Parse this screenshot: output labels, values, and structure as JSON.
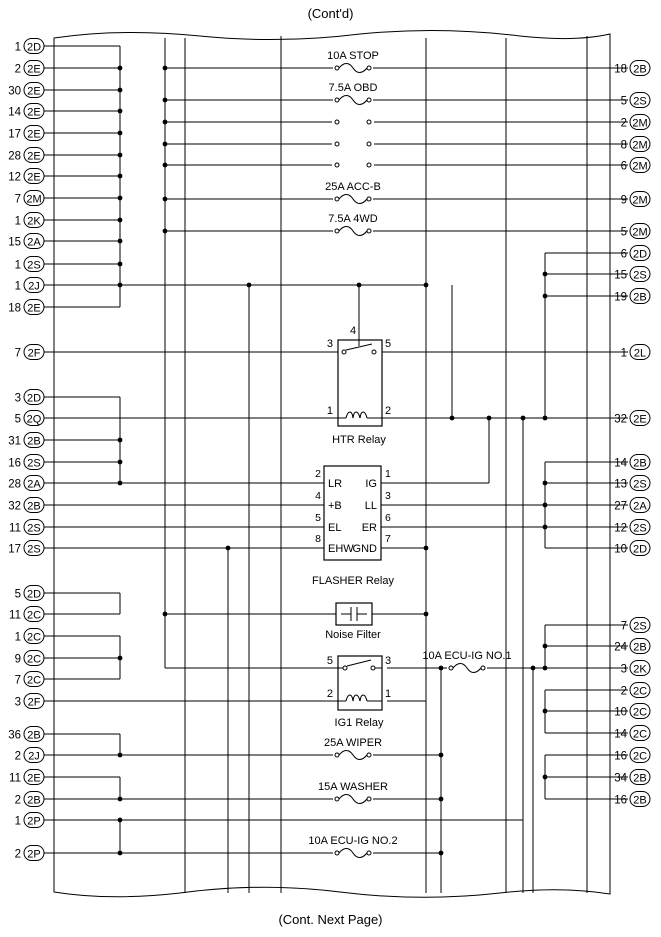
{
  "header": {
    "cont_label": "(Cont'd)"
  },
  "footer": {
    "cont_next_label": "(Cont. Next Page)"
  },
  "left_pins": [
    {
      "pin": "1",
      "conn": "2D"
    },
    {
      "pin": "2",
      "conn": "2E"
    },
    {
      "pin": "30",
      "conn": "2E"
    },
    {
      "pin": "14",
      "conn": "2E"
    },
    {
      "pin": "17",
      "conn": "2E"
    },
    {
      "pin": "28",
      "conn": "2E"
    },
    {
      "pin": "12",
      "conn": "2E"
    },
    {
      "pin": "7",
      "conn": "2M"
    },
    {
      "pin": "1",
      "conn": "2K"
    },
    {
      "pin": "15",
      "conn": "2A"
    },
    {
      "pin": "1",
      "conn": "2S"
    },
    {
      "pin": "1",
      "conn": "2J"
    },
    {
      "pin": "18",
      "conn": "2E"
    },
    {
      "pin": "7",
      "conn": "2F"
    },
    {
      "pin": "3",
      "conn": "2D"
    },
    {
      "pin": "5",
      "conn": "2Q"
    },
    {
      "pin": "31",
      "conn": "2B"
    },
    {
      "pin": "16",
      "conn": "2S"
    },
    {
      "pin": "28",
      "conn": "2A"
    },
    {
      "pin": "32",
      "conn": "2B"
    },
    {
      "pin": "11",
      "conn": "2S"
    },
    {
      "pin": "17",
      "conn": "2S"
    },
    {
      "pin": "5",
      "conn": "2D"
    },
    {
      "pin": "11",
      "conn": "2C"
    },
    {
      "pin": "1",
      "conn": "2C"
    },
    {
      "pin": "9",
      "conn": "2C"
    },
    {
      "pin": "7",
      "conn": "2C"
    },
    {
      "pin": "3",
      "conn": "2F"
    },
    {
      "pin": "36",
      "conn": "2B"
    },
    {
      "pin": "2",
      "conn": "2J"
    },
    {
      "pin": "11",
      "conn": "2E"
    },
    {
      "pin": "2",
      "conn": "2B"
    },
    {
      "pin": "1",
      "conn": "2P"
    },
    {
      "pin": "2",
      "conn": "2P"
    }
  ],
  "right_pins": [
    {
      "pin": "18",
      "conn": "2B"
    },
    {
      "pin": "5",
      "conn": "2S"
    },
    {
      "pin": "2",
      "conn": "2M"
    },
    {
      "pin": "8",
      "conn": "2M"
    },
    {
      "pin": "6",
      "conn": "2M"
    },
    {
      "pin": "9",
      "conn": "2M"
    },
    {
      "pin": "5",
      "conn": "2M"
    },
    {
      "pin": "6",
      "conn": "2D"
    },
    {
      "pin": "15",
      "conn": "2S"
    },
    {
      "pin": "19",
      "conn": "2B"
    },
    {
      "pin": "1",
      "conn": "2L"
    },
    {
      "pin": "32",
      "conn": "2E"
    },
    {
      "pin": "14",
      "conn": "2B"
    },
    {
      "pin": "13",
      "conn": "2S"
    },
    {
      "pin": "27",
      "conn": "2A"
    },
    {
      "pin": "12",
      "conn": "2S"
    },
    {
      "pin": "10",
      "conn": "2D"
    },
    {
      "pin": "7",
      "conn": "2S"
    },
    {
      "pin": "24",
      "conn": "2B"
    },
    {
      "pin": "3",
      "conn": "2K"
    },
    {
      "pin": "2",
      "conn": "2C"
    },
    {
      "pin": "10",
      "conn": "2C"
    },
    {
      "pin": "14",
      "conn": "2C"
    },
    {
      "pin": "16",
      "conn": "2C"
    },
    {
      "pin": "34",
      "conn": "2B"
    },
    {
      "pin": "16",
      "conn": "2B"
    }
  ],
  "fuses": [
    {
      "label": "10A STOP"
    },
    {
      "label": "7.5A OBD"
    },
    {
      "label": "25A ACC-B"
    },
    {
      "label": "7.5A 4WD"
    },
    {
      "label": "10A ECU-IG NO.1"
    },
    {
      "label": "25A WIPER"
    },
    {
      "label": "15A WASHER"
    },
    {
      "label": "10A ECU-IG NO.2"
    }
  ],
  "htr_relay": {
    "name": "HTR Relay",
    "pins": [
      "4",
      "3",
      "5",
      "1",
      "2"
    ]
  },
  "flasher_relay": {
    "name": "FLASHER Relay",
    "pins_left": [
      {
        "num": "2",
        "term": "LR"
      },
      {
        "num": "4",
        "term": "+B"
      },
      {
        "num": "5",
        "term": "EL"
      },
      {
        "num": "8",
        "term": "EHW"
      }
    ],
    "pins_right": [
      {
        "num": "1",
        "term": "IG"
      },
      {
        "num": "3",
        "term": "LL"
      },
      {
        "num": "6",
        "term": "ER"
      },
      {
        "num": "7",
        "term": "GND"
      }
    ]
  },
  "noise_filter": {
    "name": "Noise Filter"
  },
  "ig1_relay": {
    "name": "IG1 Relay",
    "pins": [
      "5",
      "3",
      "2",
      "1"
    ]
  },
  "colors": {
    "line": "#000000",
    "background": "#ffffff"
  }
}
